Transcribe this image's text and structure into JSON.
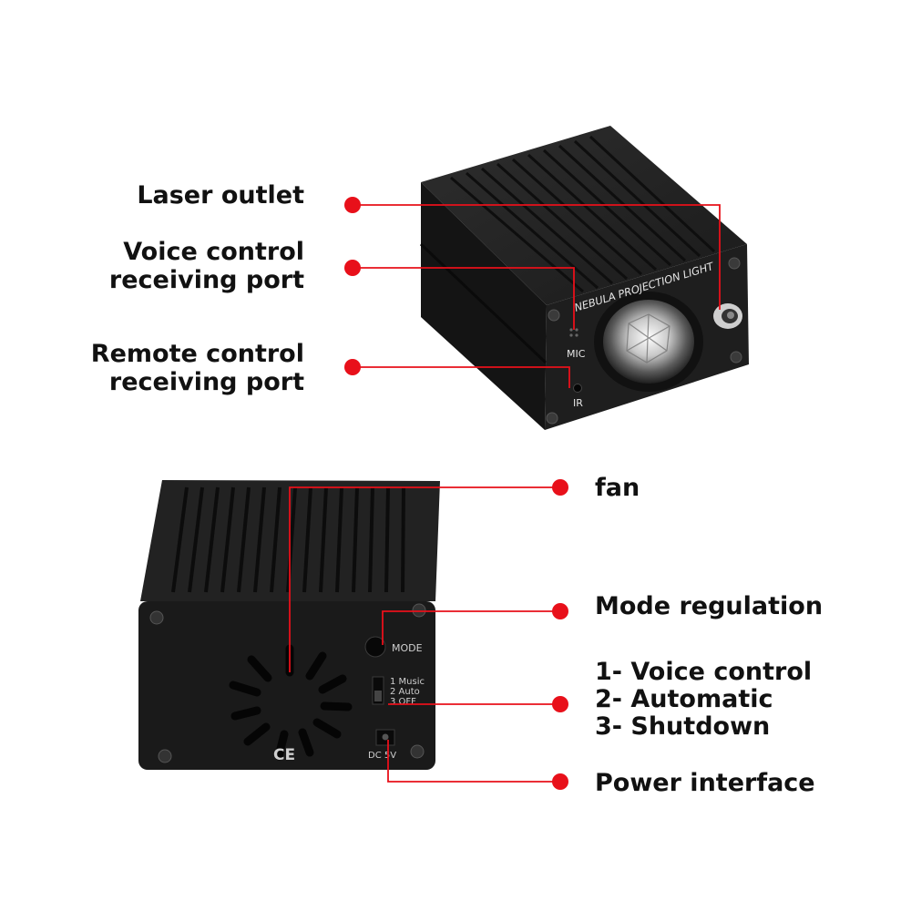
{
  "colors": {
    "accent": "#e8101a",
    "device_body": "#1b1b1b",
    "device_top": "#262626",
    "line": "#e8101a"
  },
  "top_device": {
    "front_title": "NEBULA PROJECTION LIGHT",
    "mic_text": "MIC",
    "ir_text": "IR"
  },
  "bottom_device": {
    "mode_text": "MODE",
    "switch_lines": [
      "1 Music",
      "2 Auto",
      "3 OFF"
    ],
    "dc_text": "DC 5V",
    "ce_text": "CE"
  },
  "callouts": {
    "laser_outlet": "Laser outlet",
    "voice_port": [
      "Voice control",
      "receiving port"
    ],
    "remote_port": [
      "Remote control",
      "receiving port"
    ],
    "fan": "fan",
    "mode_regulation": "Mode regulation",
    "switch_modes": [
      "1- Voice control",
      "2- Automatic",
      "3- Shutdown"
    ],
    "power_interface": "Power interface"
  }
}
